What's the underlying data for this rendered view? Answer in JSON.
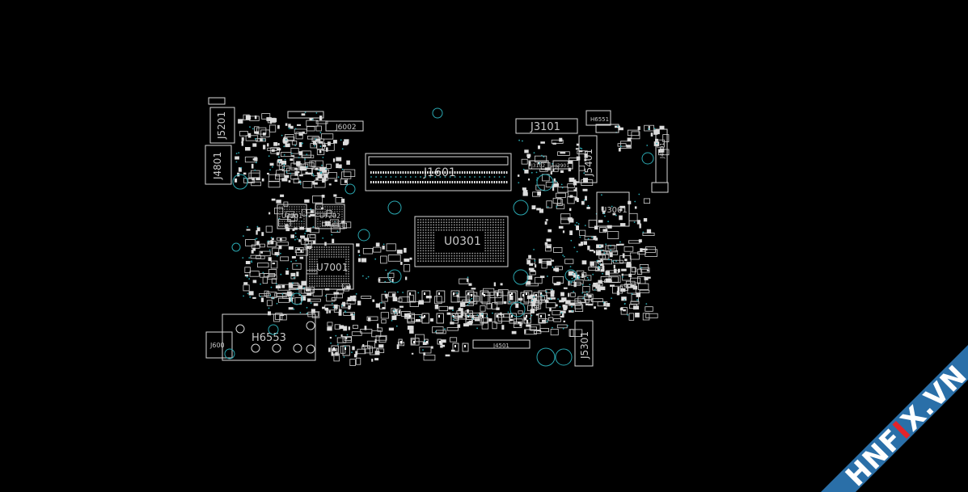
{
  "colors": {
    "background": "#000000",
    "outline": "#d8d8d8",
    "via": "#2aa7b0",
    "banner": "#2a6fa8",
    "banner_accent": "#e3242b"
  },
  "components": {
    "j5201": "J5201",
    "j4801": "J4801",
    "j6002": "J6002",
    "j1601": "J1601",
    "j3101": "J3101",
    "j5401": "J5401",
    "j4001": "J4001",
    "u3001": "U3001",
    "u0301": "U0301",
    "u7001": "U7001",
    "u7201": "U7201",
    "u7202": "U7202",
    "h6553": "H6553",
    "j6001": "J600",
    "j4501": "J4501",
    "j5301": "J5301",
    "j3102": "J3102",
    "j3901": "J3901",
    "h6551": "H6551"
  },
  "watermark": {
    "prefix": "HNF",
    "accent": "I",
    "x_letter": "X",
    "suffix": ".VN"
  }
}
